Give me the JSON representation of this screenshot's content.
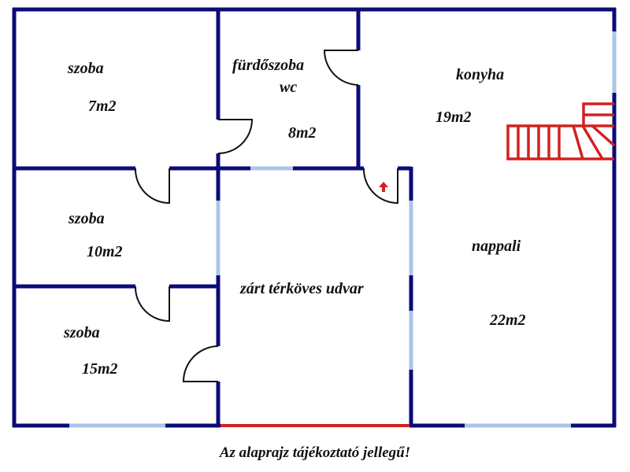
{
  "colors": {
    "wall": "#0b0b78",
    "window": "#a9c6e6",
    "accent": "#d42020"
  },
  "rooms": [
    {
      "name": "szoba",
      "area": "7m2"
    },
    {
      "name": "fürdőszoba",
      "name2": "wc",
      "area": "8m2"
    },
    {
      "name": "konyha",
      "area": "19m2"
    },
    {
      "name": "szoba",
      "area": "10m2"
    },
    {
      "name": "szoba",
      "area": "15m2"
    },
    {
      "name": "zárt térköves udvar"
    },
    {
      "name": "nappali",
      "area": "22m2"
    }
  ],
  "footer": "Az alaprajz tájékoztató jellegű!"
}
